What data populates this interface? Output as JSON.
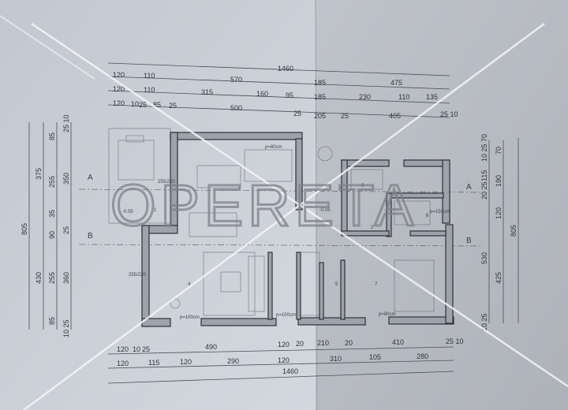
{
  "watermark": "OPERETA",
  "top_dimensions": {
    "row0": [
      "1460"
    ],
    "row1": [
      "120",
      "110",
      "570",
      "185",
      "475"
    ],
    "row2": [
      "120",
      "110",
      "315",
      "160",
      "95",
      "185",
      "230",
      "110",
      "135"
    ],
    "row3": [
      "120",
      "10",
      "25",
      "85",
      "25",
      "500",
      "25",
      "205",
      "25",
      "405",
      "25 10"
    ]
  },
  "bottom_dimensions": {
    "row1": [
      "120",
      "10",
      "25",
      "490",
      "120",
      "20",
      "210",
      "20",
      "410",
      "25 10"
    ],
    "row2": [
      "120",
      "115",
      "120",
      "290",
      "120",
      "310",
      "105",
      "280"
    ],
    "row3": [
      "1460"
    ]
  },
  "left_dimensions": {
    "col1": [
      "805"
    ],
    "col2": [
      "375",
      "430"
    ],
    "col3": [
      "85",
      "255",
      "35",
      "90",
      "255",
      "85"
    ],
    "col4": [
      "25 10",
      "350",
      "25",
      "360",
      "10 25"
    ]
  },
  "right_dimensions": {
    "col1": [
      "10 25 70",
      "115",
      "20 25",
      "530",
      "10 25"
    ],
    "col2": [
      "70",
      "190",
      "120",
      "425"
    ],
    "col3": [
      "805"
    ]
  },
  "section_markers": [
    "A",
    "B"
  ],
  "plan_labels": {
    "level_1": "-0.05",
    "level_2": "-0.05",
    "window_1": "255/220",
    "window_2": "255/220",
    "door_1": "p=100cm",
    "door_2": "p=100cm",
    "door_3": "p=80cm",
    "door_4": "p=80cm",
    "door_5": "p=150cm",
    "room_1": "1",
    "room_2": "2",
    "room_3": "3",
    "room_4": "4",
    "room_5": "5",
    "room_6": "6",
    "room_7": "7"
  }
}
